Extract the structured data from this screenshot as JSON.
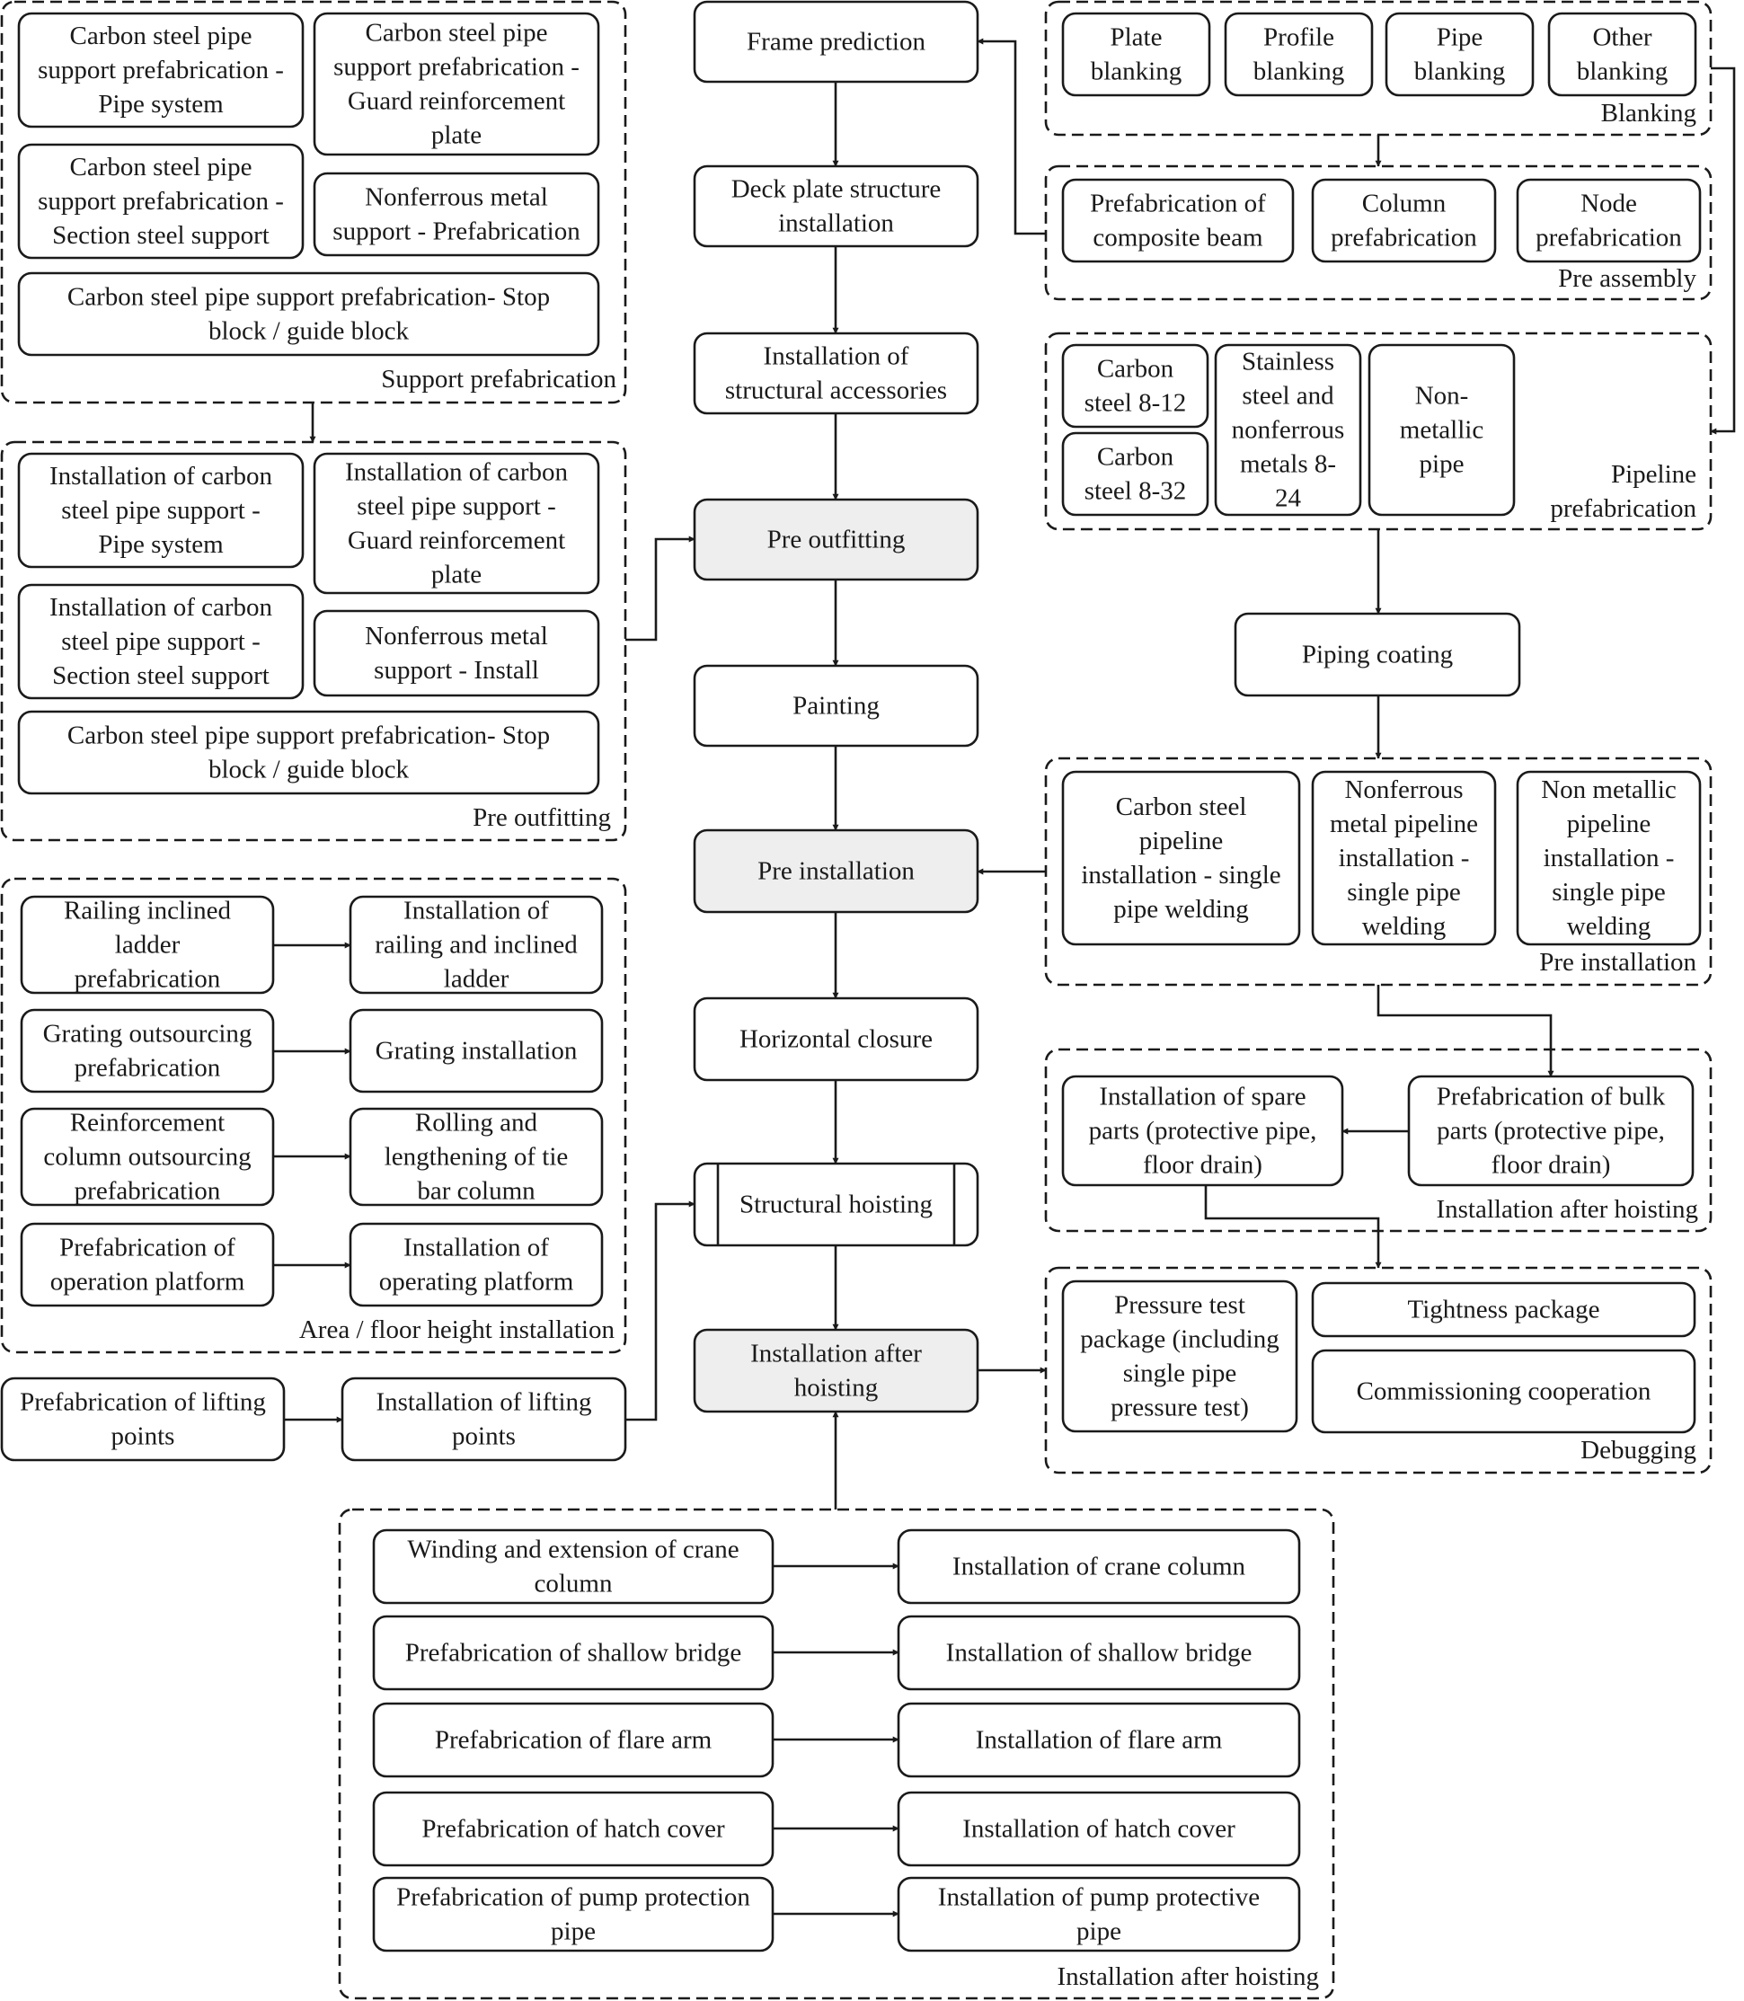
{
  "groups": {
    "support_prefabrication": "Support prefabrication",
    "pre_outfitting": "Pre outfitting",
    "area_floor": "Area / floor height installation",
    "blanking": "Blanking",
    "pre_assembly": "Pre assembly",
    "pipeline_prefabrication": [
      "Pipeline",
      "prefabrication"
    ],
    "pre_installation": "Pre installation",
    "installation_after_hoisting_right": "Installation after hoisting",
    "debugging": "Debugging",
    "installation_after_hoisting_bottom": "Installation after hoisting"
  },
  "center": {
    "frame_prediction": [
      "Frame prediction"
    ],
    "deck_plate": [
      "Deck plate structure",
      "installation"
    ],
    "structural_accessories": [
      "Installation of",
      "structural accessories"
    ],
    "pre_outfitting": [
      "Pre outfitting"
    ],
    "painting": [
      "Painting"
    ],
    "pre_installation": [
      "Pre installation"
    ],
    "horizontal_closure": [
      "Horizontal closure"
    ],
    "structural_hoisting": [
      "Structural hoisting"
    ],
    "installation_after_hoisting": [
      "Installation after",
      "hoisting"
    ]
  },
  "support_prefab": {
    "pipe_system": [
      "Carbon steel pipe",
      "support prefabrication -",
      "Pipe system"
    ],
    "guard_plate": [
      "Carbon steel pipe",
      "support prefabrication -",
      "Guard reinforcement",
      "plate"
    ],
    "section_steel": [
      "Carbon steel pipe",
      "support prefabrication -",
      "Section steel support"
    ],
    "nonferrous": [
      "Nonferrous metal",
      "support - Prefabrication"
    ],
    "stop_block": [
      "Carbon steel pipe support prefabrication- Stop",
      "block / guide block"
    ]
  },
  "pre_outfit": {
    "pipe_system": [
      "Installation of carbon",
      "steel pipe support -",
      "Pipe system"
    ],
    "guard_plate": [
      "Installation of carbon",
      "steel pipe support -",
      "Guard reinforcement",
      "plate"
    ],
    "section_steel": [
      "Installation of carbon",
      "steel pipe support -",
      "Section steel support"
    ],
    "nonferrous": [
      "Nonferrous metal",
      "support - Install"
    ],
    "stop_block": [
      "Carbon steel pipe support prefabrication- Stop",
      "block / guide block"
    ]
  },
  "area": {
    "railing_prefab": [
      "Railing inclined",
      "ladder",
      "prefabrication"
    ],
    "railing_install": [
      "Installation of",
      "railing and inclined",
      "ladder"
    ],
    "grating_prefab": [
      "Grating outsourcing",
      "prefabrication"
    ],
    "grating_install": [
      "Grating installation"
    ],
    "column_prefab": [
      "Reinforcement",
      "column outsourcing",
      "prefabrication"
    ],
    "column_install": [
      "Rolling and",
      "lengthening of tie",
      "bar column"
    ],
    "platform_prefab": [
      "Prefabrication of",
      "operation platform"
    ],
    "platform_install": [
      "Installation of",
      "operating platform"
    ]
  },
  "lifting": {
    "prefab": [
      "Prefabrication of lifting",
      "points"
    ],
    "install": [
      "Installation of lifting",
      "points"
    ]
  },
  "blanking": {
    "plate": [
      "Plate",
      "blanking"
    ],
    "profile": [
      "Profile",
      "blanking"
    ],
    "pipe": [
      "Pipe",
      "blanking"
    ],
    "other": [
      "Other",
      "blanking"
    ]
  },
  "pre_assembly": {
    "composite_beam": [
      "Prefabrication of",
      "composite beam"
    ],
    "column": [
      "Column",
      "prefabrication"
    ],
    "node": [
      "Node",
      "prefabrication"
    ]
  },
  "pipeline": {
    "carbon_8_12": [
      "Carbon",
      "steel 8-12"
    ],
    "carbon_8_32": [
      "Carbon",
      "steel 8-32"
    ],
    "stainless": [
      "Stainless",
      "steel and",
      "nonferrous",
      "metals 8-",
      "24"
    ],
    "non_metallic": [
      "Non-",
      "metallic",
      "pipe"
    ]
  },
  "piping_coating": [
    "Piping coating"
  ],
  "pre_install": {
    "carbon": [
      "Carbon steel",
      "pipeline",
      "installation - single",
      "pipe welding"
    ],
    "nonferrous": [
      "Nonferrous",
      "metal pipeline",
      "installation -",
      "single pipe",
      "welding"
    ],
    "non_metallic": [
      "Non metallic",
      "pipeline",
      "installation -",
      "single pipe",
      "welding"
    ]
  },
  "after_hoist": {
    "spare_parts": [
      "Installation of spare",
      "parts (protective pipe,",
      "floor drain)"
    ],
    "bulk_parts": [
      "Prefabrication of bulk",
      "parts (protective pipe,",
      "floor drain)"
    ]
  },
  "debugging": {
    "pressure_test": [
      "Pressure test",
      "package (including",
      "single pipe",
      "pressure test)"
    ],
    "tightness": [
      "Tightness package"
    ],
    "commissioning": [
      "Commissioning cooperation"
    ]
  },
  "bottom": {
    "crane_prefab": [
      "Winding and extension of crane",
      "column"
    ],
    "crane_install": [
      "Installation of crane column"
    ],
    "bridge_prefab": [
      "Prefabrication of shallow bridge"
    ],
    "bridge_install": [
      "Installation of shallow bridge"
    ],
    "flare_prefab": [
      "Prefabrication of flare arm"
    ],
    "flare_install": [
      "Installation of flare arm"
    ],
    "hatch_prefab": [
      "Prefabrication of hatch cover"
    ],
    "hatch_install": [
      "Installation of hatch cover"
    ],
    "pump_prefab": [
      "Prefabrication of pump protection",
      "pipe"
    ],
    "pump_install": [
      "Installation of pump protective",
      "pipe"
    ]
  }
}
